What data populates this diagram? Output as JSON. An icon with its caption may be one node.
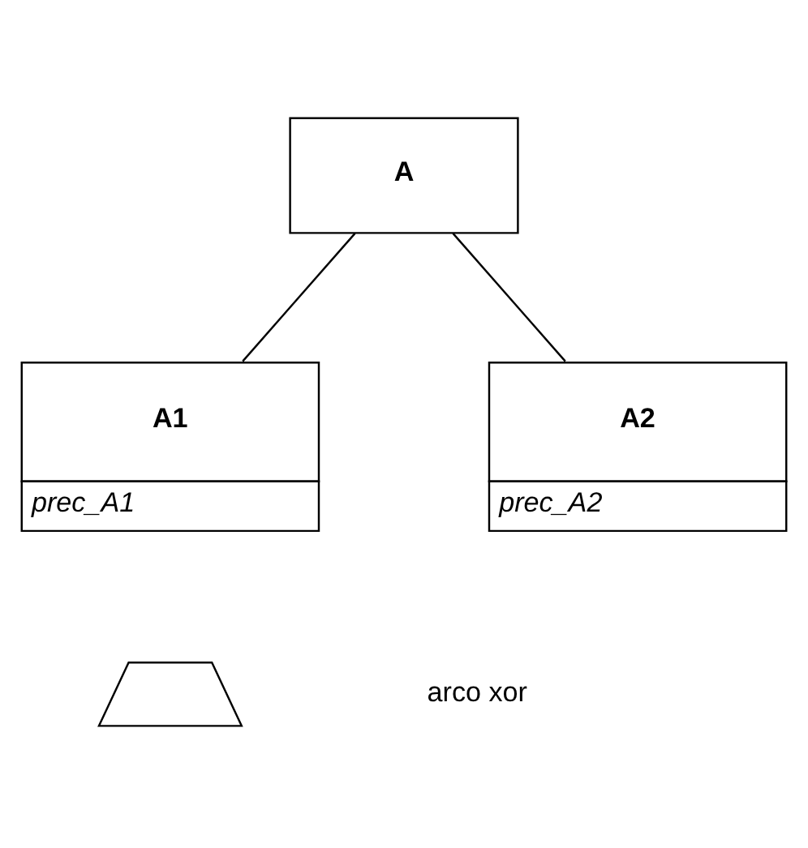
{
  "diagram": {
    "nodes": [
      {
        "text": [
          "A"
        ]
      },
      {
        "text": [
          "A1",
          "prec_A1"
        ]
      },
      {
        "text": [
          "A2",
          "prec_A2"
        ]
      },
      {
        "text": [],
        "shape": "trapezium"
      }
    ],
    "edges": [
      {
        "from": 0,
        "to": 1,
        "arrow": "none"
      },
      {
        "from": 0,
        "to": 2,
        "arrow": "none"
      }
    ],
    "legend": [
      {
        "text": "arco xor"
      }
    ]
  }
}
